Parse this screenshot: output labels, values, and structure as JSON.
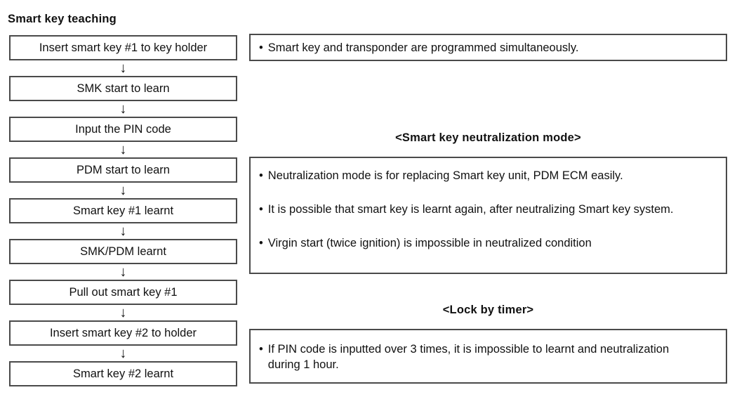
{
  "title": "Smart key teaching",
  "glyphs": {
    "bullet": "•",
    "down_arrow": "↓"
  },
  "flow": {
    "steps": [
      "Insert smart key #1 to key holder",
      "SMK start to learn",
      "Input the PIN code",
      "PDM start to learn",
      "Smart key #1 learnt",
      "SMK/PDM learnt",
      "Pull out smart key #1",
      "Insert smart key #2 to holder",
      "Smart key #2 learnt"
    ]
  },
  "notes": {
    "top": {
      "bullets": [
        "Smart key and transponder are programmed simultaneously."
      ]
    },
    "neutralization": {
      "heading": "<Smart key neutralization mode>",
      "bullets": [
        "Neutralization mode is for replacing Smart key unit, PDM ECM easily.",
        "It is possible that smart key is learnt again, after neutralizing Smart key system.",
        "Virgin start (twice ignition) is impossible in neutralized condition"
      ]
    },
    "lock_by_timer": {
      "heading": "<Lock by timer>",
      "bullets": [
        "If PIN code is inputted over 3 times, it is impossible to learnt and neutralization during 1 hour."
      ]
    }
  },
  "colors": {
    "background": "#ffffff",
    "box_border": "#4a4a4a",
    "text": "#111111"
  }
}
